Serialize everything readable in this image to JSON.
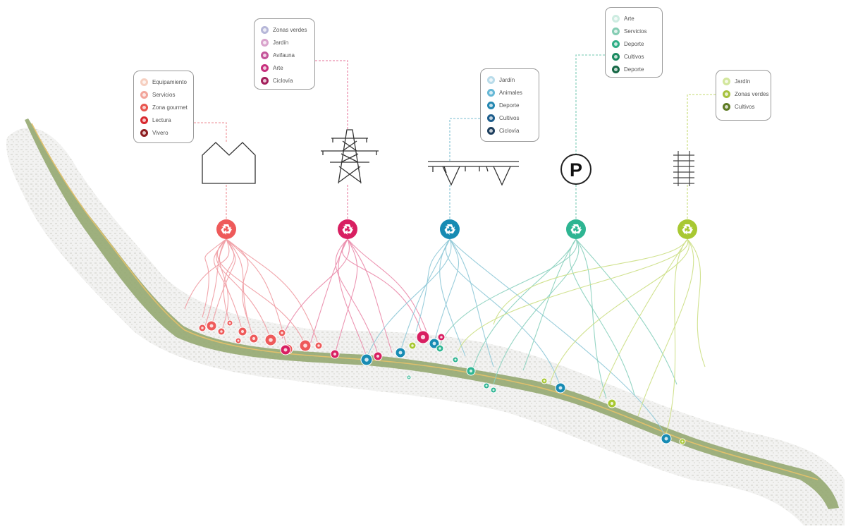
{
  "legends": [
    {
      "id": "industrial",
      "items": [
        {
          "label": "Equipamiento",
          "color": "#f6cfc0"
        },
        {
          "label": "Servicios",
          "color": "#f2a59b"
        },
        {
          "label": "Zona gourmet",
          "color": "#e8554e"
        },
        {
          "label": "Lectura",
          "color": "#d8282e"
        },
        {
          "label": "Vivero",
          "color": "#8c1c1f"
        }
      ]
    },
    {
      "id": "tower",
      "items": [
        {
          "label": "Zonas verdes",
          "color": "#b6b7d8"
        },
        {
          "label": "Jardín",
          "color": "#d9a3cc"
        },
        {
          "label": "Avifauna",
          "color": "#c4559a"
        },
        {
          "label": "Arte",
          "color": "#c72f7d"
        },
        {
          "label": "Ciclovía",
          "color": "#a31f5b"
        }
      ]
    },
    {
      "id": "bridge",
      "items": [
        {
          "label": "Jardín",
          "color": "#b9dcea"
        },
        {
          "label": "Animales",
          "color": "#66b8d6"
        },
        {
          "label": "Deporte",
          "color": "#2487b1"
        },
        {
          "label": "Cultivos",
          "color": "#1d5d8c"
        },
        {
          "label": "Ciclovía",
          "color": "#1d3e5d"
        }
      ]
    },
    {
      "id": "parking",
      "items": [
        {
          "label": "Arte",
          "color": "#cdece1"
        },
        {
          "label": "Servicios",
          "color": "#86cdb4"
        },
        {
          "label": "Deporte",
          "color": "#2fae86"
        },
        {
          "label": "Cultivos",
          "color": "#1a8a60"
        },
        {
          "label": "Deporte",
          "color": "#166846"
        }
      ]
    },
    {
      "id": "rail",
      "items": [
        {
          "label": "Jardín",
          "color": "#d2e69c"
        },
        {
          "label": "Zonas verdes",
          "color": "#a6c13d"
        },
        {
          "label": "Cultivos",
          "color": "#5d7a22"
        }
      ]
    }
  ],
  "hubs": [
    {
      "id": "industrial",
      "color": "#ee5a5a",
      "line": "#f0a0a6"
    },
    {
      "id": "tower",
      "color": "#d81f61",
      "line": "#eb8fae"
    },
    {
      "id": "bridge",
      "color": "#178bb3",
      "line": "#93cad9"
    },
    {
      "id": "parking",
      "color": "#2eb592",
      "line": "#8fd3c1"
    },
    {
      "id": "rail",
      "color": "#a8c832",
      "line": "#cfe08a"
    }
  ],
  "icons": {
    "parking_letter": "P"
  }
}
